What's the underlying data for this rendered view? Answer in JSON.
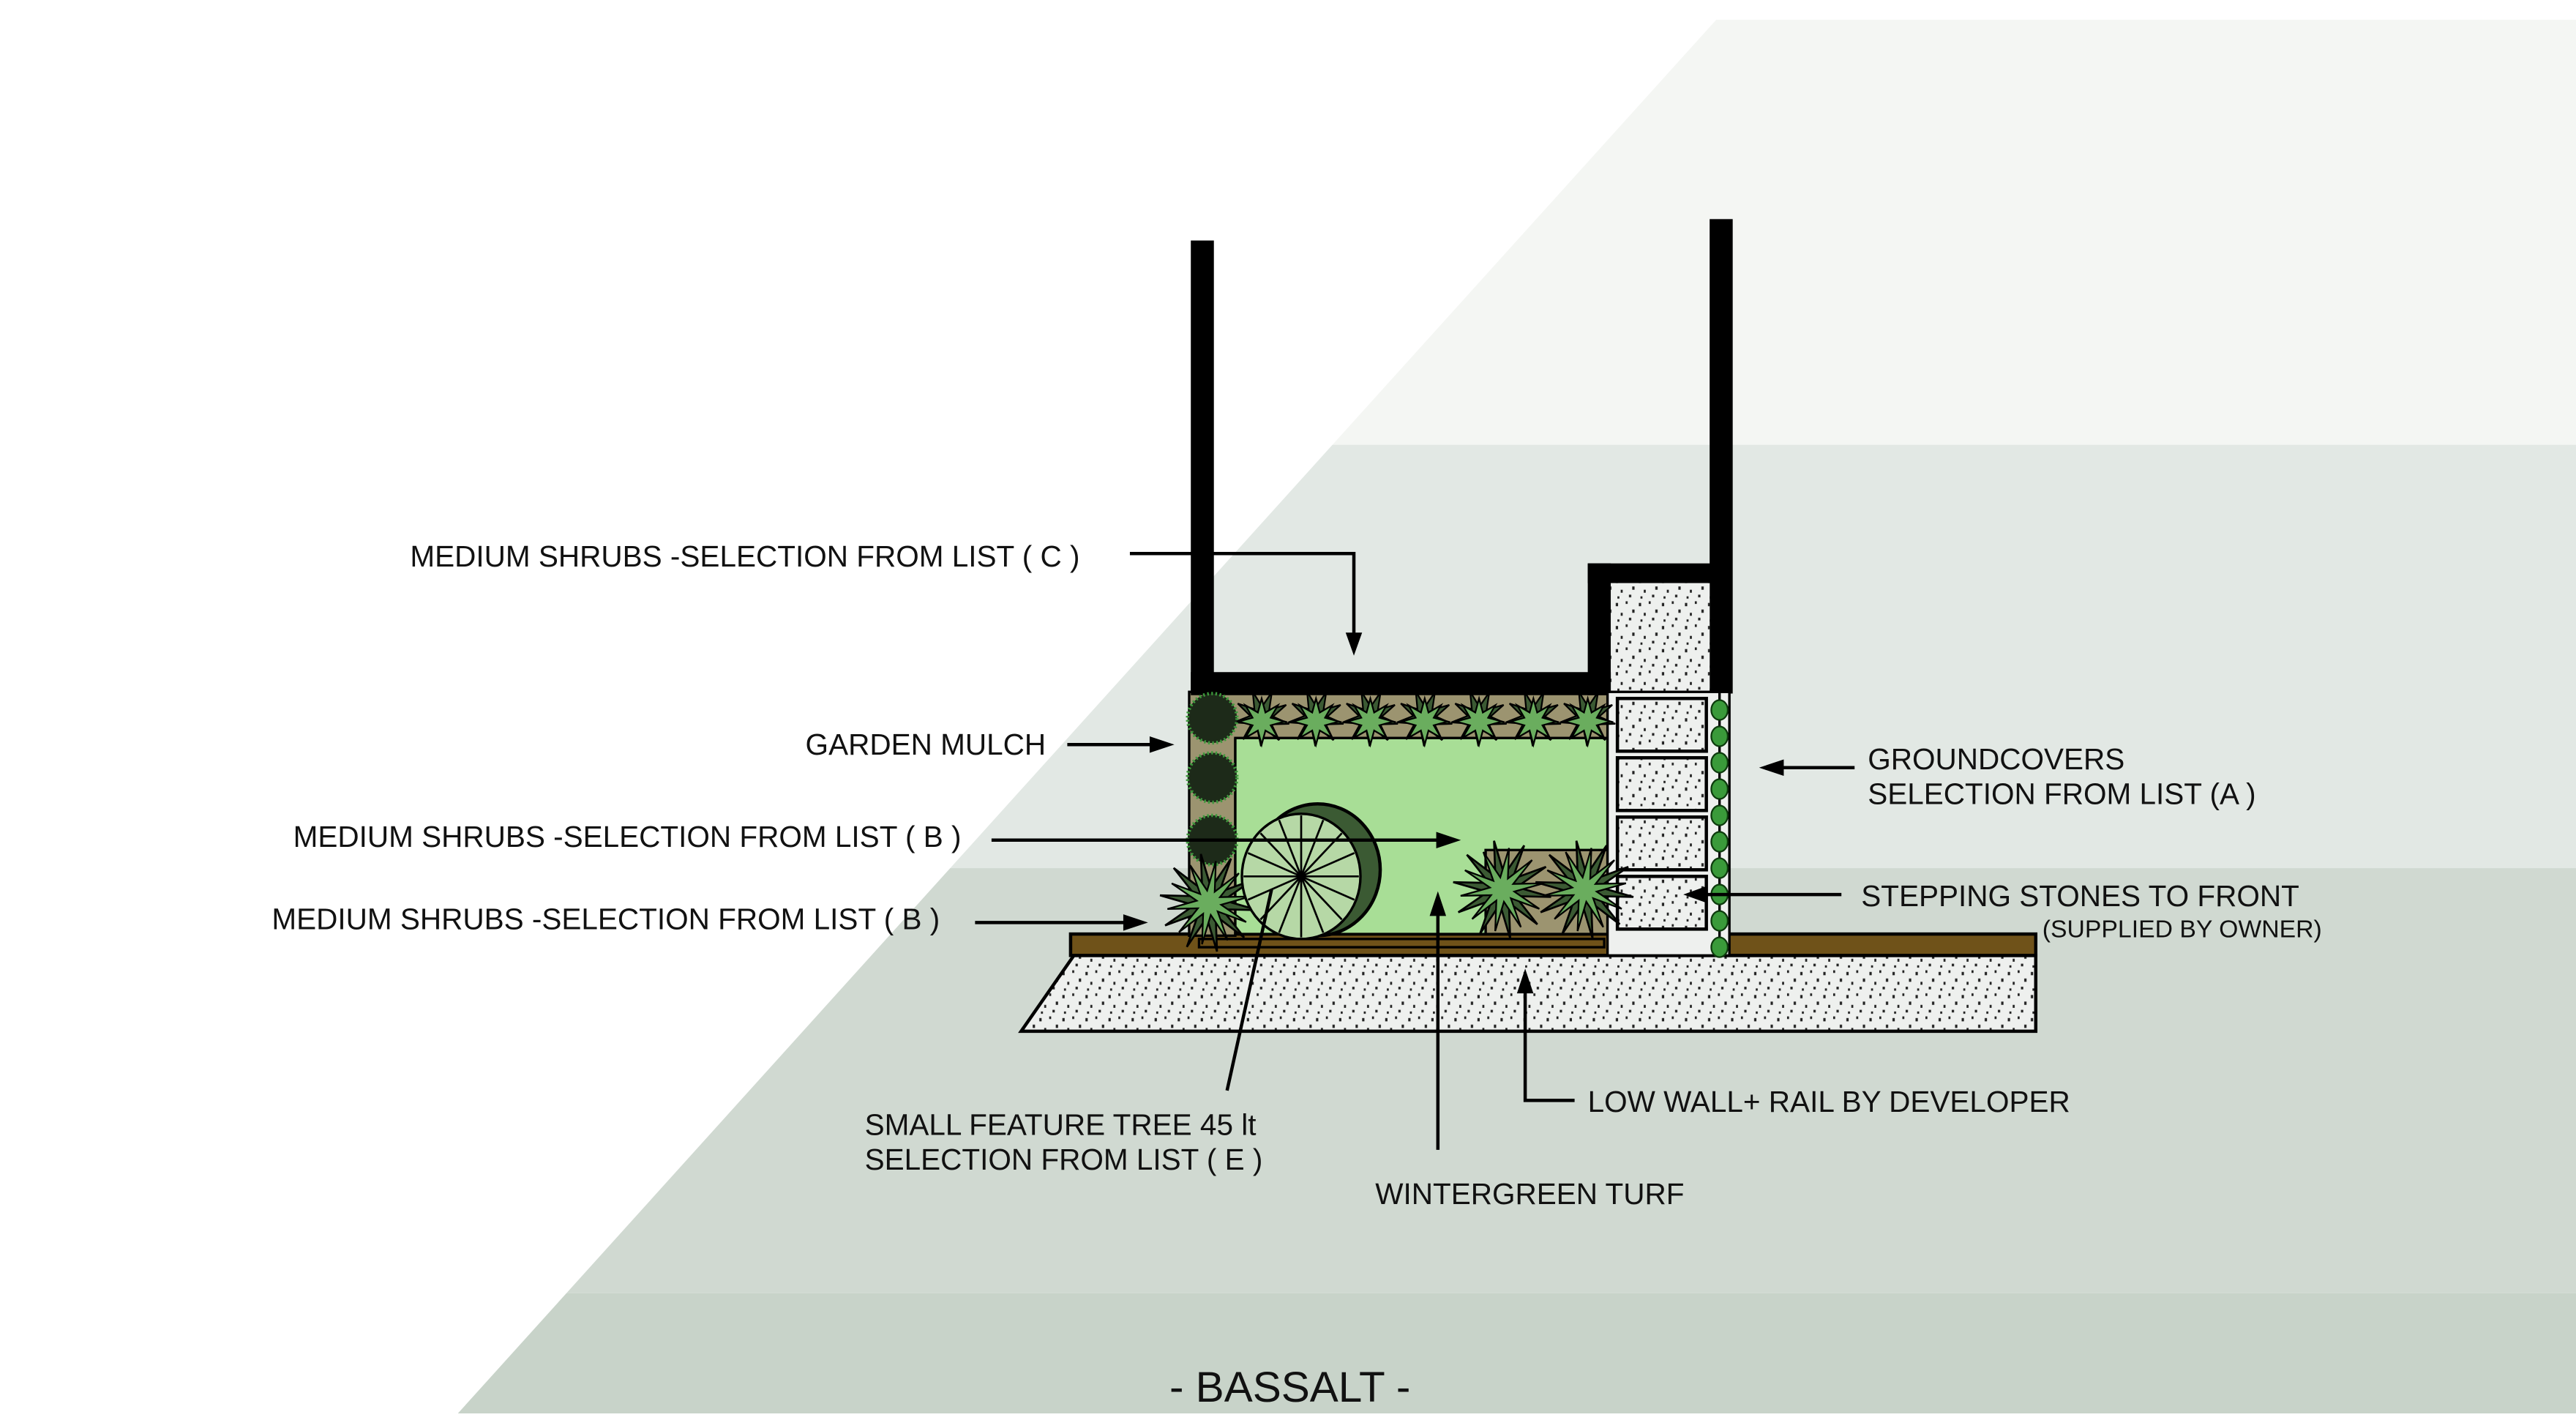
{
  "diagram": {
    "type": "landscape-plan",
    "title": "- BASSALT -",
    "colors": {
      "band_1": "#f4f6f3",
      "band_2": "#e2e8e4",
      "band_3": "#d0d9d1",
      "band_4": "#c8d3c9",
      "turf": "#a8de96",
      "mulch": "#9c9470",
      "shrub_light": "#6aad5e",
      "shrub_dark": "#3b5a33",
      "edging": "#6f5219",
      "paving": "#eef0ee",
      "wall": "#000000"
    },
    "labels": {
      "shrubs_c": "MEDIUM SHRUBS -SELECTION FROM LIST ( C )",
      "garden_mulch": "GARDEN MULCH",
      "shrubs_b1": "MEDIUM SHRUBS -SELECTION FROM LIST ( B )",
      "shrubs_b2": "MEDIUM SHRUBS -SELECTION FROM LIST ( B )",
      "groundcovers_l1": "GROUNDCOVERS",
      "groundcovers_l2": "SELECTION FROM LIST (A )",
      "stepping_l1": "STEPPING STONES TO FRONT",
      "stepping_l2": "(SUPPLIED BY OWNER)",
      "tree_l1": "SMALL FEATURE TREE  45 lt",
      "tree_l2": "SELECTION FROM LIST ( E )",
      "low_wall": "LOW WALL+ RAIL BY DEVELOPER",
      "turf": "WINTERGREEN TURF"
    }
  }
}
